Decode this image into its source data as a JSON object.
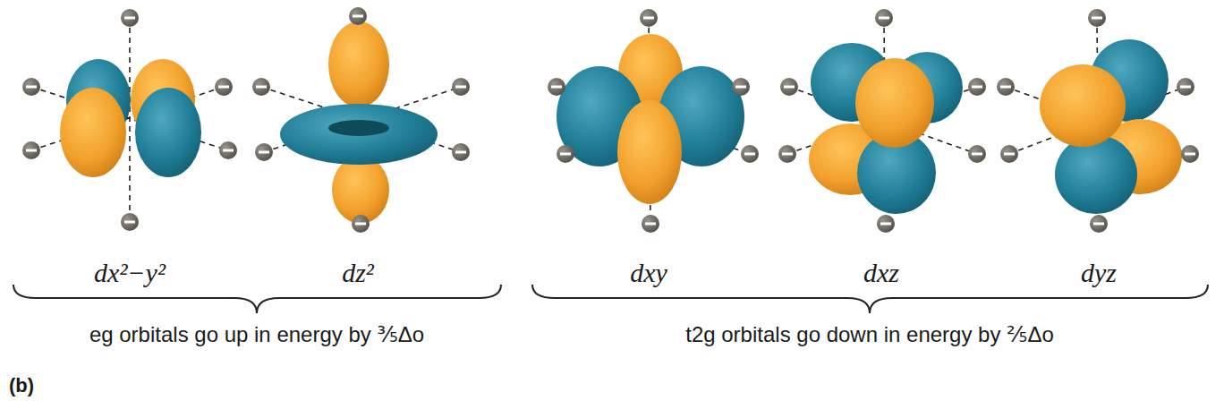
{
  "diagram": {
    "labels": [
      "dx²−y²",
      "dz²",
      "dxy",
      "dxz",
      "dyz",
      "eg orbitals go up in energy by ⅗Δo",
      "t2g orbitals go down in energy by ⅖Δo",
      "(b)"
    ]
  }
}
